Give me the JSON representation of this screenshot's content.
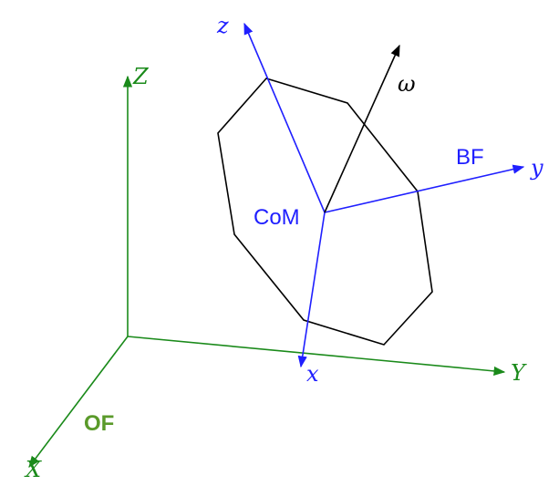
{
  "labels": {
    "outer_frame_name": "OF",
    "body_frame_name": "BF",
    "center_of_mass": "CoM",
    "omega": "ω",
    "outer_axes": {
      "X": "X",
      "Y": "Y",
      "Z": "Z"
    },
    "body_axes": {
      "x": "x",
      "y": "y",
      "z": "z"
    }
  },
  "colors": {
    "outer_frame": "#1a8a1a",
    "outer_frame_label": "#5a9a2a",
    "body_frame": "#1f1fff",
    "body_outline": "#000000",
    "omega_vector": "#000000"
  }
}
